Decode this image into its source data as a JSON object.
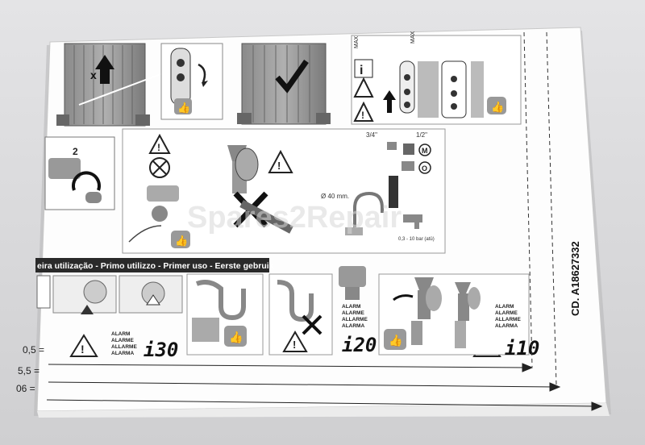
{
  "watermark": "Spares2Repair",
  "banner": "eira utilização - Primo utilizzo - Primer uso - Eerste gebruik",
  "pipe_size_a": "3/4\"",
  "pipe_size_b": "1/2\"",
  "diameter": "Ø 40 mm.",
  "pressure": "0,3 - 10 bar (atü)",
  "code": "CD. A18627332",
  "max_label": "MAX",
  "alarm_words": [
    "ALARM",
    "ALARME",
    "ALLARME",
    "ALARMA"
  ],
  "displays": [
    "i30",
    "i20",
    "i10"
  ],
  "row_values": [
    "0,5 =",
    "5,5 =",
    "06 ="
  ],
  "multiplier": "x",
  "circle_labels": [
    "M",
    "O"
  ],
  "step_number": "2"
}
